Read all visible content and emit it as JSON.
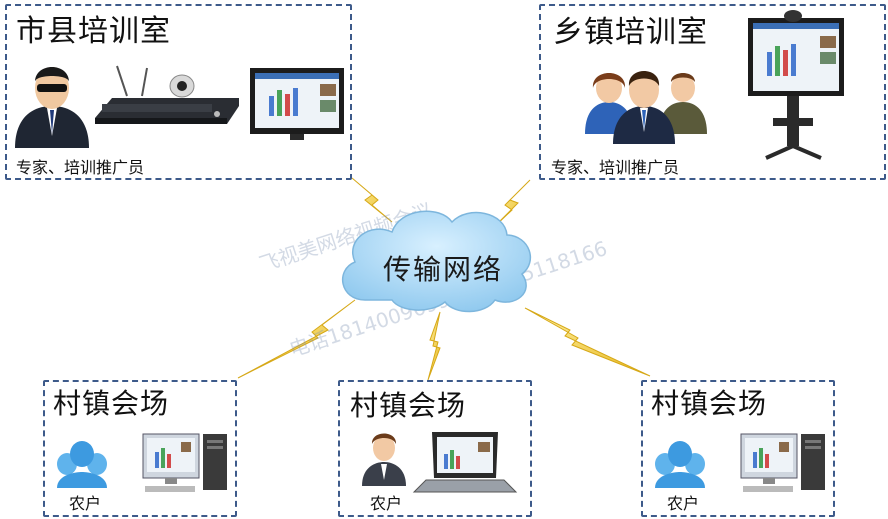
{
  "center": {
    "label": "传输网络"
  },
  "top_left": {
    "title": "市县培训室",
    "caption": "专家、培训推广员"
  },
  "top_right": {
    "title": "乡镇培训室",
    "caption": "专家、培训推广员"
  },
  "bottom_left": {
    "title": "村镇会场",
    "caption": "农户"
  },
  "bottom_mid": {
    "title": "村镇会场",
    "caption": "农户"
  },
  "bottom_right": {
    "title": "村镇会场",
    "caption": "农户"
  },
  "watermark": {
    "line1": "飞视美网络视频会议",
    "line2": "电话18140096990 0028 5118166"
  },
  "colors": {
    "border": "#3d5a8a",
    "cloud": "#9fd2f2",
    "bolt": "#f4d03f"
  }
}
